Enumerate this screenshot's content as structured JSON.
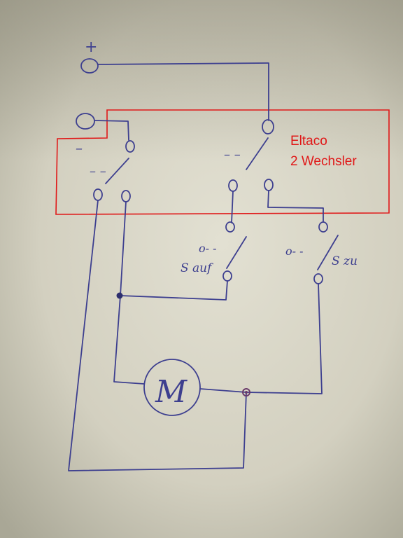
{
  "annotation": {
    "line1": "Eltaco",
    "line2": "2 Wechsler",
    "color": "#e01818"
  },
  "labels": {
    "plus": "+",
    "minus": "–",
    "changeover_left": "– –",
    "changeover_right": "– –",
    "switch_auf": "S auf",
    "switch_zu": "S zu",
    "switch_auf_contact": "o- -",
    "switch_zu_contact": "o- -",
    "motor": "M"
  },
  "ink_color": "#3d3f8f"
}
